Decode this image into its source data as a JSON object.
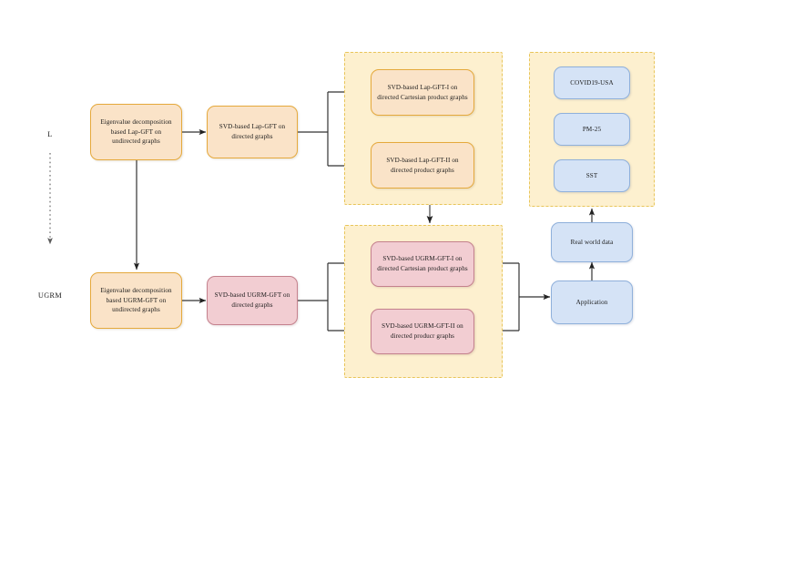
{
  "diagram": {
    "title": "SVD-based GFT framework flowchart",
    "colors": {
      "group_fill": "#fdf0cf",
      "group_border": "#e8c55a",
      "orange_fill": "#fae3c8",
      "orange_border": "#e5a93c",
      "pink_fill": "#f2cdd2",
      "pink_border": "#c4818d",
      "blue_fill": "#d5e3f6",
      "blue_border": "#8fb0db",
      "edge": "#333333",
      "dotted_edge": "#6b6b6b",
      "background": "#ffffff"
    }
  },
  "side_labels": [
    {
      "id": "row-label-l",
      "text": "L"
    },
    {
      "id": "row-label-ugrm",
      "text": "UGRM"
    }
  ],
  "groups": [
    {
      "id": "group-lap-products",
      "label": ""
    },
    {
      "id": "group-ugrm-products",
      "label": ""
    },
    {
      "id": "group-datasets",
      "label": ""
    }
  ],
  "nodes": {
    "lap_eigen": "Eigenvalue decomposition based Lap-GFT on undirected graphs",
    "lap_svd": "SVD-based Lap-GFT on directed graphs",
    "lap_gft_1": "SVD-based Lap-GFT-I on directed Cartesian product graphs",
    "lap_gft_2": "SVD-based Lap-GFT-II on directed  product graphs",
    "ugrm_eigen": "Eigenvalue decomposition based UGRM-GFT on undirected graphs",
    "ugrm_svd": "SVD-based UGRM-GFT on directed graphs",
    "ugrm_gft_1": "SVD-based UGRM-GFT-I on directed Cartesian product graphs",
    "ugrm_gft_2": "SVD-based UGRM-GFT-II on directed producr graphs",
    "application": "Application",
    "real_world_data": "Real world data",
    "dataset_covid": "COVID19-USA",
    "dataset_pm25": "PM-25",
    "dataset_sst": "SST"
  }
}
